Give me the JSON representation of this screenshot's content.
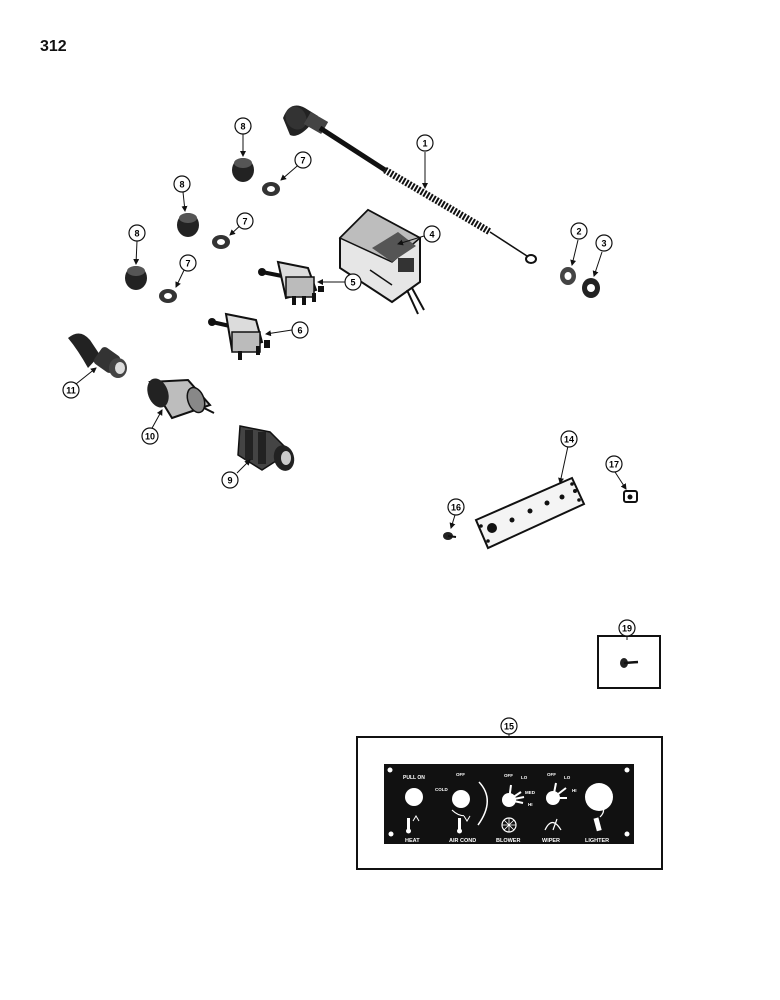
{
  "page": {
    "number": "312"
  },
  "callouts": {
    "c1": "1",
    "c2": "2",
    "c3": "3",
    "c4": "4",
    "c5": "5",
    "c6": "6",
    "c7a": "7",
    "c7b": "7",
    "c7c": "7",
    "c8a": "8",
    "c8b": "8",
    "c8c": "8",
    "c9": "9",
    "c10": "10",
    "c11": "11",
    "c14": "14",
    "c15": "15",
    "c16": "16",
    "c17": "17",
    "c19": "19"
  },
  "control_panel": {
    "pull_on": "PULL ON",
    "heat": "HEAT",
    "air_cond": "AIR COND",
    "air_cond_off": "OFF",
    "air_cond_cold": "COLD",
    "blower": "BLOWER",
    "blower_off": "OFF",
    "blower_lo": "LO",
    "blower_med": "MED",
    "blower_hi": "HI",
    "wiper": "WIPER",
    "wiper_off": "OFF",
    "wiper_lo": "LO",
    "wiper_hi": "HI",
    "lighter": "LIGHTER"
  }
}
